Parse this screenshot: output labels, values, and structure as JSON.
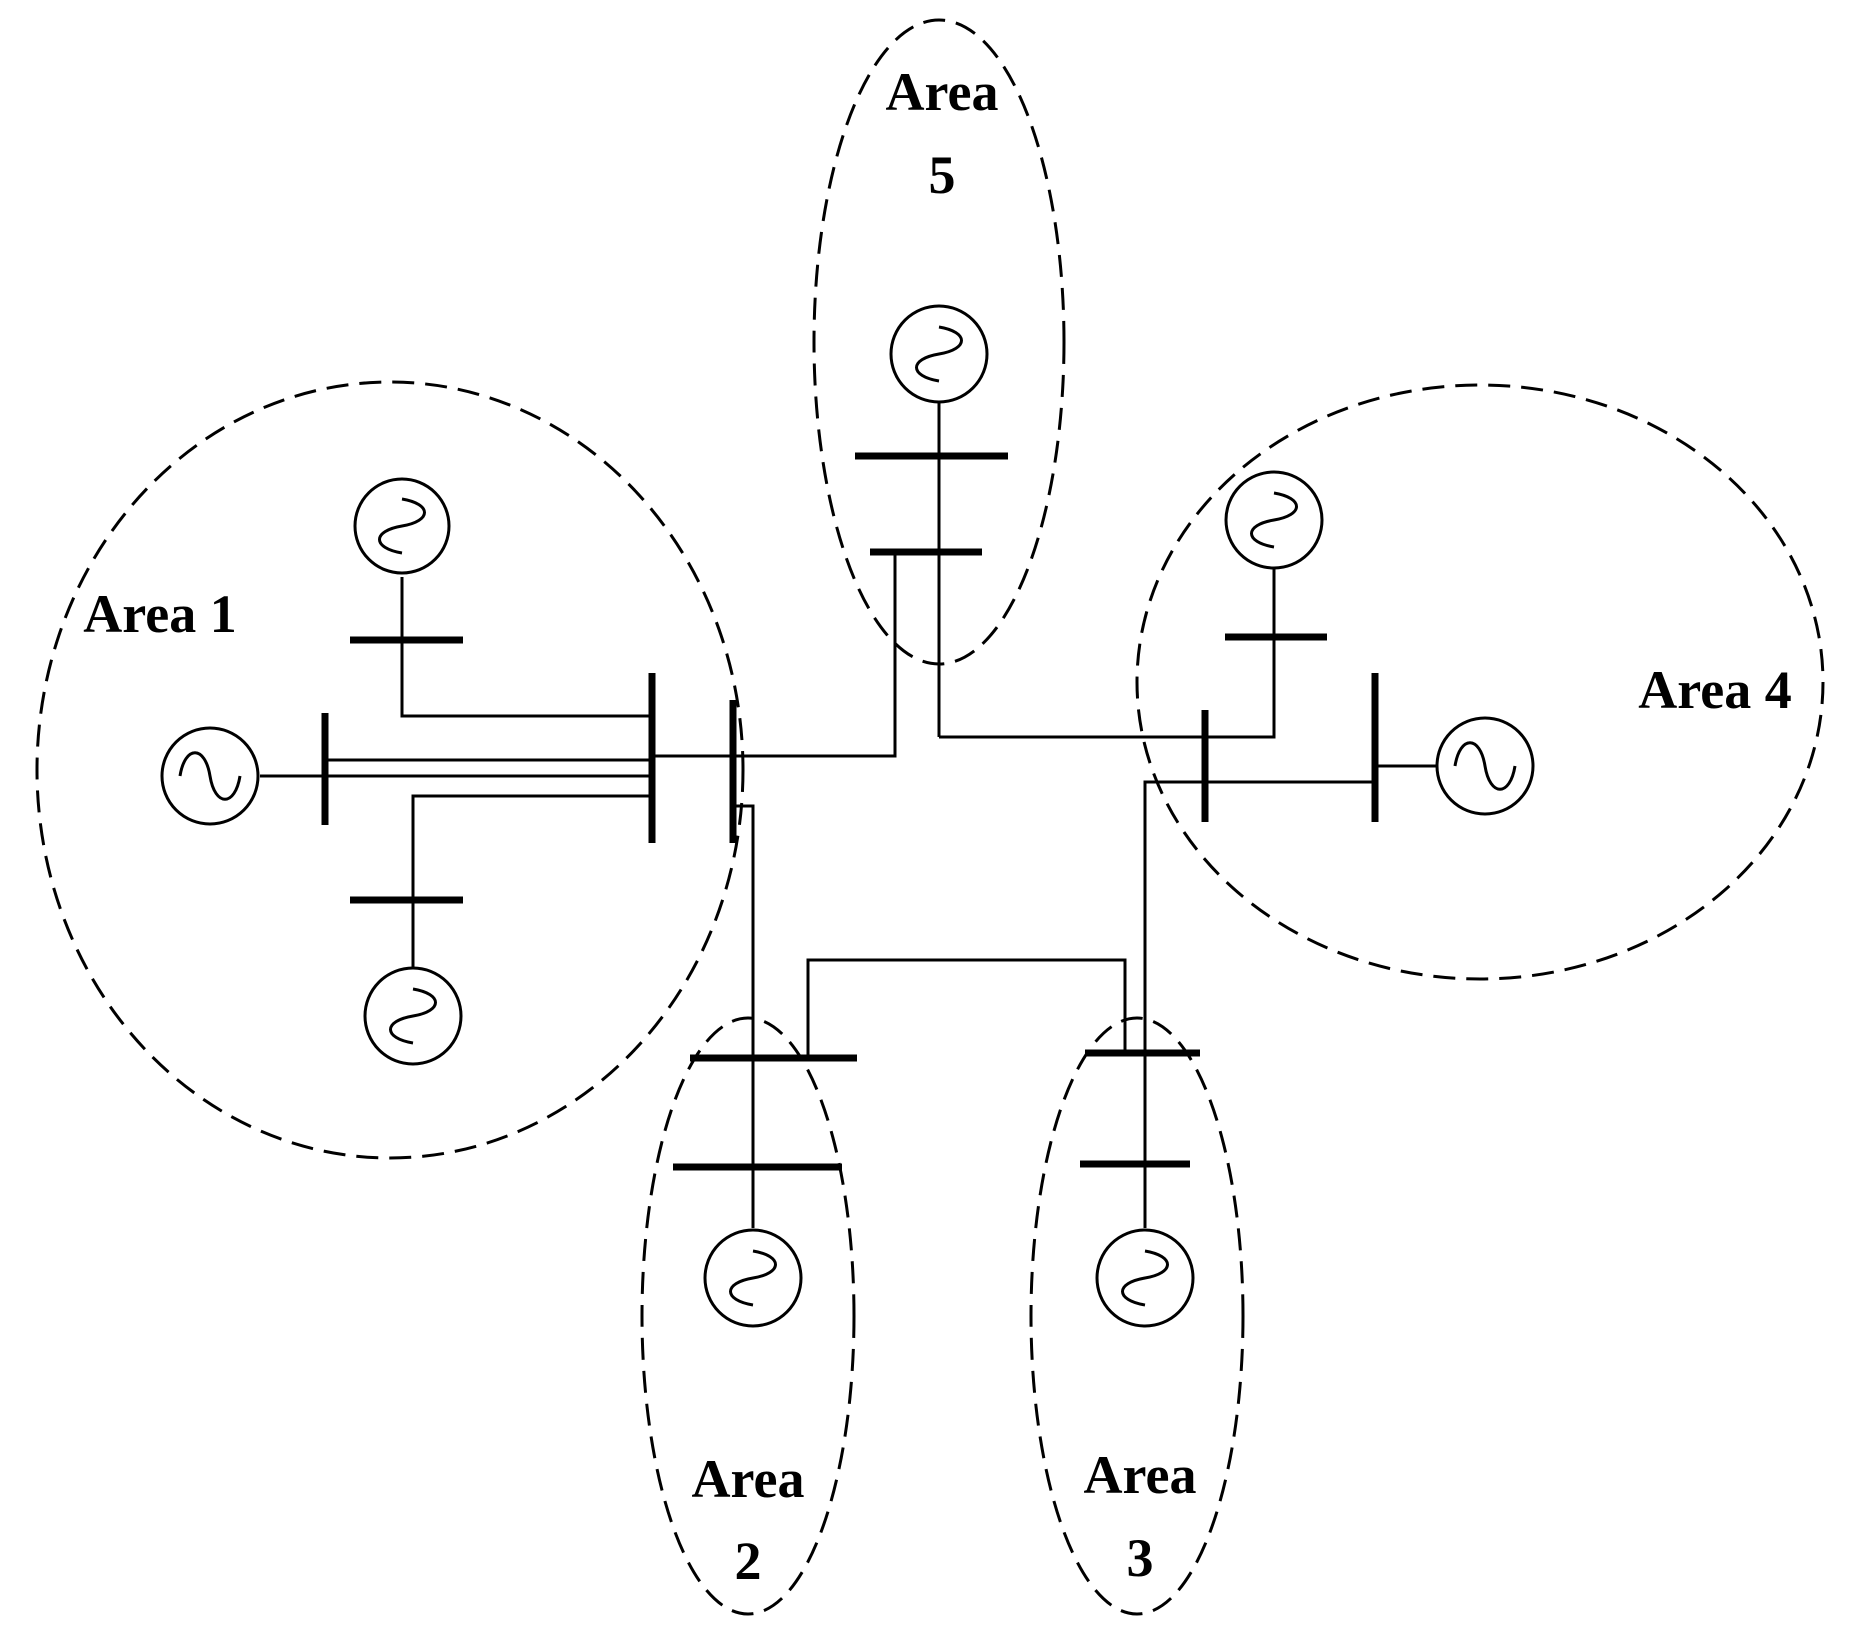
{
  "areas": [
    {
      "id": "1",
      "lines": [
        "Area 1"
      ]
    },
    {
      "id": "2",
      "lines": [
        "Area",
        "2"
      ]
    },
    {
      "id": "3",
      "lines": [
        "Area",
        "3"
      ]
    },
    {
      "id": "4",
      "lines": [
        "Area 4"
      ]
    },
    {
      "id": "5",
      "lines": [
        "Area",
        "5"
      ]
    }
  ],
  "generator_symbol": "ac-sine-generator-icon",
  "color": "#000000"
}
